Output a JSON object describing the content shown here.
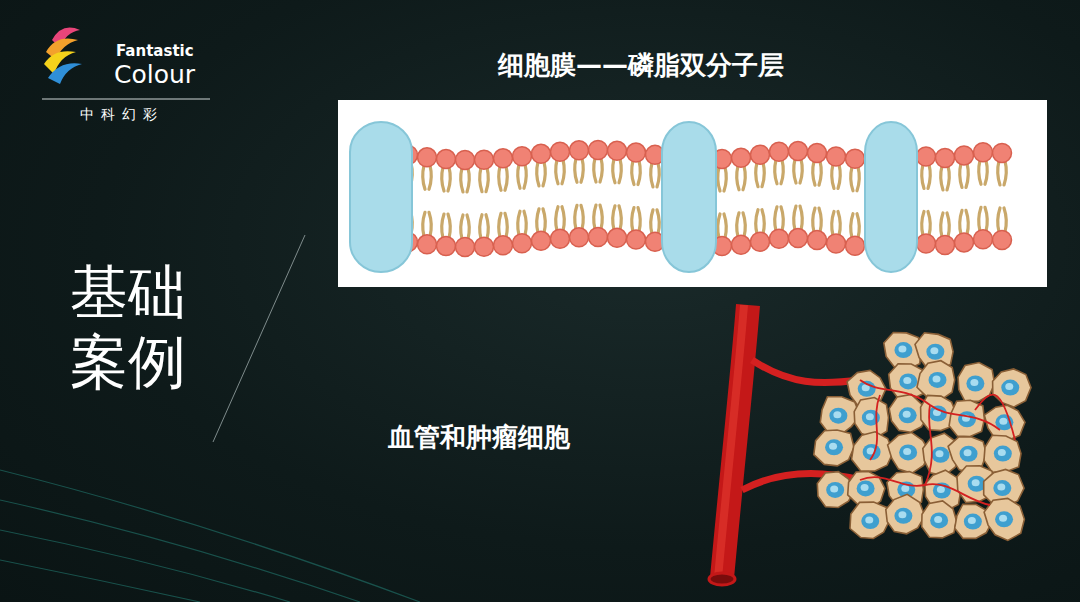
{
  "diagram": {
    "labels": [
      "Fantastic",
      "Colour",
      "中科幻彩",
      "细胞膜——磷脂双分子层",
      "基础 案例",
      "血管和肿瘤细胞"
    ]
  }
}
